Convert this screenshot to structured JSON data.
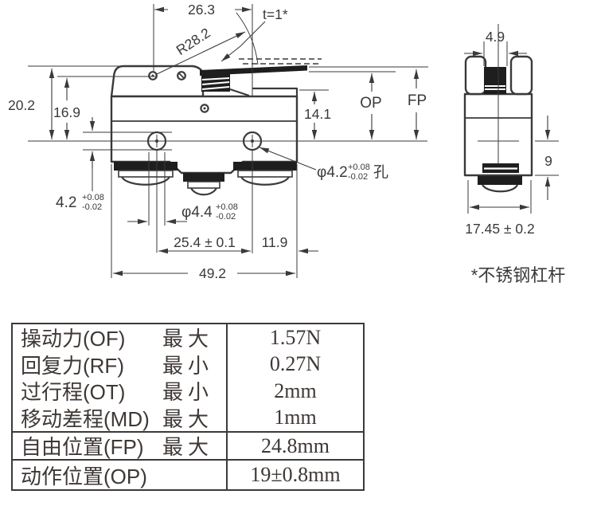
{
  "drawing": {
    "front": {
      "dim_top": "26.3",
      "thickness": "t=1*",
      "radius": "R28.2",
      "height_total": "20.2",
      "height_pivot": "16.9",
      "height_body": "14.1",
      "op": "OP",
      "fp": "FP",
      "hole_label": "φ4.2",
      "hole_tol_plus": "+0.08",
      "hole_tol_minus": "-0.02",
      "hole_suffix": "孔",
      "slot_height": "4.2",
      "slot_tol_plus": "+0.08",
      "slot_tol_minus": "-0.02",
      "term_dia": "φ4.4",
      "term_tol_plus": "+0.08",
      "term_tol_minus": "-0.02",
      "hole_pitch": "25.4 ± 0.1",
      "edge_offset": "11.9",
      "width_total": "49.2"
    },
    "side": {
      "plunger_width": "4.9",
      "depth_below_center": "9",
      "depth_total": "17.45 ± 0.2"
    },
    "note": "*不锈钢杠杆"
  },
  "table": {
    "rows": [
      {
        "label": "操动力(OF)",
        "qualifier": "最大",
        "value": "1.57N"
      },
      {
        "label": "回复力(RF)",
        "qualifier": "最小",
        "value": "0.27N"
      },
      {
        "label": "过行程(OT)",
        "qualifier": "最小",
        "value": "2mm"
      },
      {
        "label": "移动差程(MD)",
        "qualifier": "最大",
        "value": "1mm"
      },
      {
        "label": "自由位置(FP)",
        "qualifier": "最大",
        "value": "24.8mm"
      },
      {
        "label": "动作位置(OP)",
        "qualifier": "",
        "value": "19±0.8mm"
      }
    ]
  },
  "colors": {
    "line": "#3a3a3a",
    "text": "#3f3835",
    "background": "#ffffff"
  }
}
